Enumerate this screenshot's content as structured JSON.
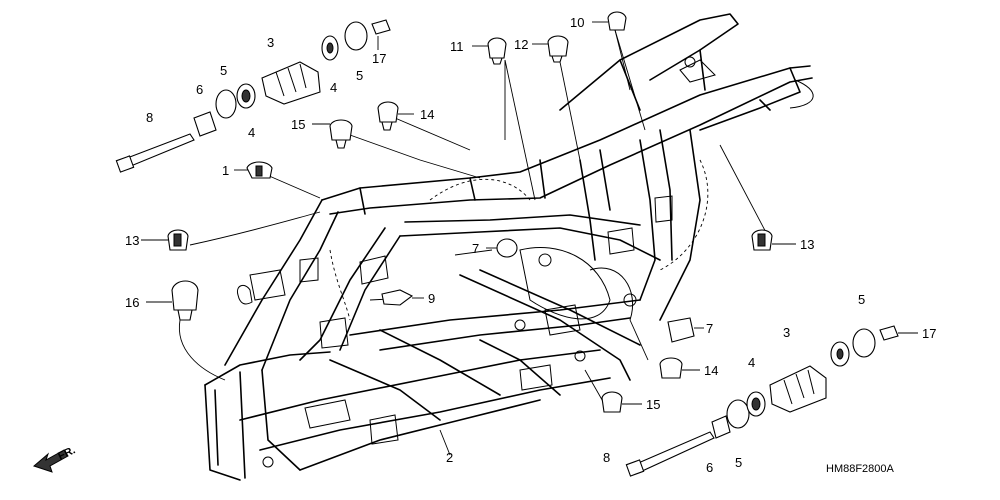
{
  "diagram": {
    "code": "HM88F2800A",
    "direction_label": "FR.",
    "labels": [
      {
        "id": "l1",
        "text": "1"
      },
      {
        "id": "l2",
        "text": "2"
      },
      {
        "id": "l3a",
        "text": "3"
      },
      {
        "id": "l3b",
        "text": "3"
      },
      {
        "id": "l4a",
        "text": "4"
      },
      {
        "id": "l4b",
        "text": "4"
      },
      {
        "id": "l4c",
        "text": "4"
      },
      {
        "id": "l5a",
        "text": "5"
      },
      {
        "id": "l5b",
        "text": "5"
      },
      {
        "id": "l5c",
        "text": "5"
      },
      {
        "id": "l5d",
        "text": "5"
      },
      {
        "id": "l6a",
        "text": "6"
      },
      {
        "id": "l6b",
        "text": "6"
      },
      {
        "id": "l7a",
        "text": "7"
      },
      {
        "id": "l7b",
        "text": "7"
      },
      {
        "id": "l8a",
        "text": "8"
      },
      {
        "id": "l8b",
        "text": "8"
      },
      {
        "id": "l9",
        "text": "9"
      },
      {
        "id": "l10",
        "text": "10"
      },
      {
        "id": "l11",
        "text": "11"
      },
      {
        "id": "l12",
        "text": "12"
      },
      {
        "id": "l13a",
        "text": "13"
      },
      {
        "id": "l13b",
        "text": "13"
      },
      {
        "id": "l14a",
        "text": "14"
      },
      {
        "id": "l14b",
        "text": "14"
      },
      {
        "id": "l15a",
        "text": "15"
      },
      {
        "id": "l15b",
        "text": "15"
      },
      {
        "id": "l16",
        "text": "16"
      },
      {
        "id": "l17a",
        "text": "17"
      },
      {
        "id": "l17b",
        "text": "17"
      }
    ]
  }
}
